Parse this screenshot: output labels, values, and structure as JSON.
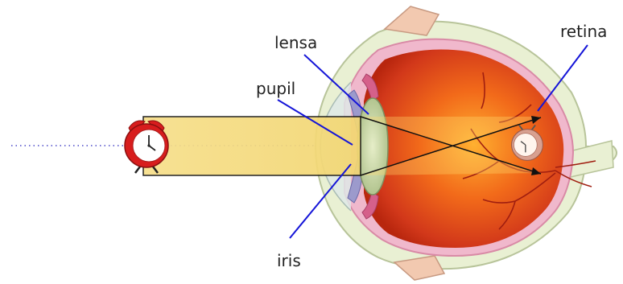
{
  "labels": {
    "lensa": "lensa",
    "pupil": "pupil",
    "iris": "iris",
    "retina": "retina"
  },
  "colors": {
    "pointer_line": "#1515d8",
    "light_beam": "#f7e08c",
    "sclera": "#e8f0d2",
    "choroid": "#eeb3c8",
    "eyeball_outer": "#c22a10",
    "eyeball_inner": "#ff9a28",
    "lens": "#c8d6a6",
    "clock_red": "#d81d1d",
    "dotted_axis": "#4a48c8",
    "vessels": "#a01e10"
  },
  "icons": {
    "object": "alarm-clock-icon",
    "image": "inverted-alarm-clock-icon"
  }
}
